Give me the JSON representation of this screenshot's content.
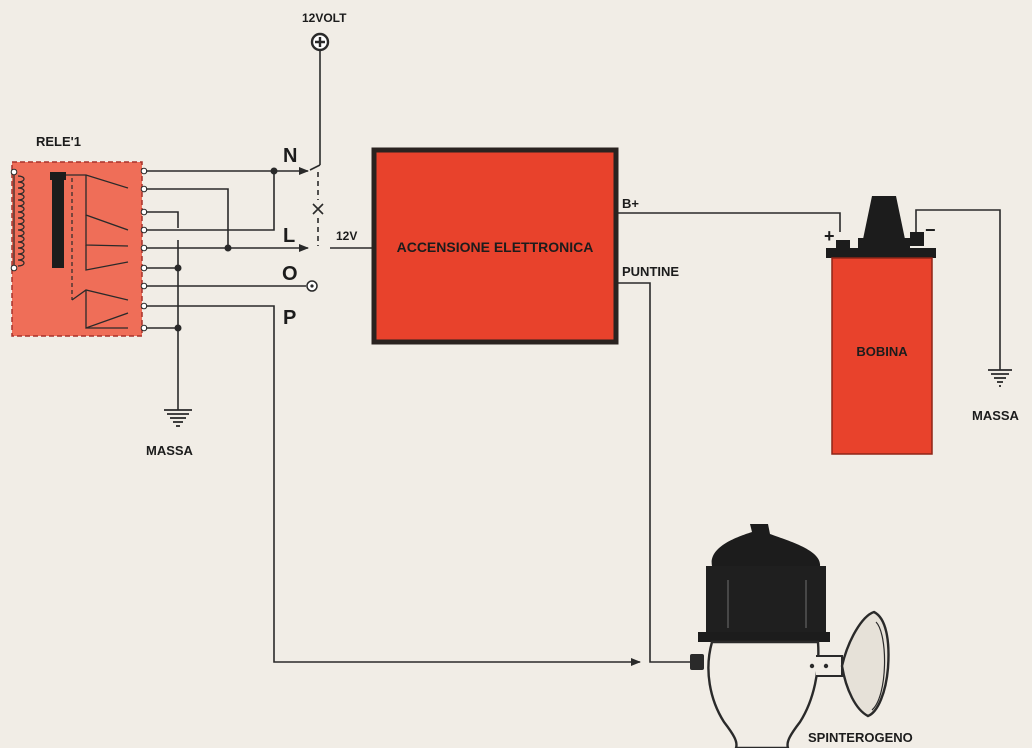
{
  "supply_label": "12VOLT",
  "relay": {
    "label": "RELE'1"
  },
  "switch_positions": [
    "N",
    "L",
    "O",
    "P"
  ],
  "wires": {
    "input_voltage_label": "12V"
  },
  "ignition_module": {
    "title": "ACCENSIONE ELETTRONICA",
    "output_label": "B+",
    "points_label": "PUNTINE"
  },
  "coil": {
    "title": "BOBINA",
    "plus_sign": "+",
    "minus_sign": "−"
  },
  "distributor": {
    "title": "SPINTEROGENO"
  },
  "grounds": {
    "left_label": "MASSA",
    "right_label": "MASSA"
  },
  "colors": {
    "component_red": "#e8422c",
    "relay_fill": "#ef6e58",
    "wire": "#2a2a2a",
    "paper": "#f1ede6"
  }
}
